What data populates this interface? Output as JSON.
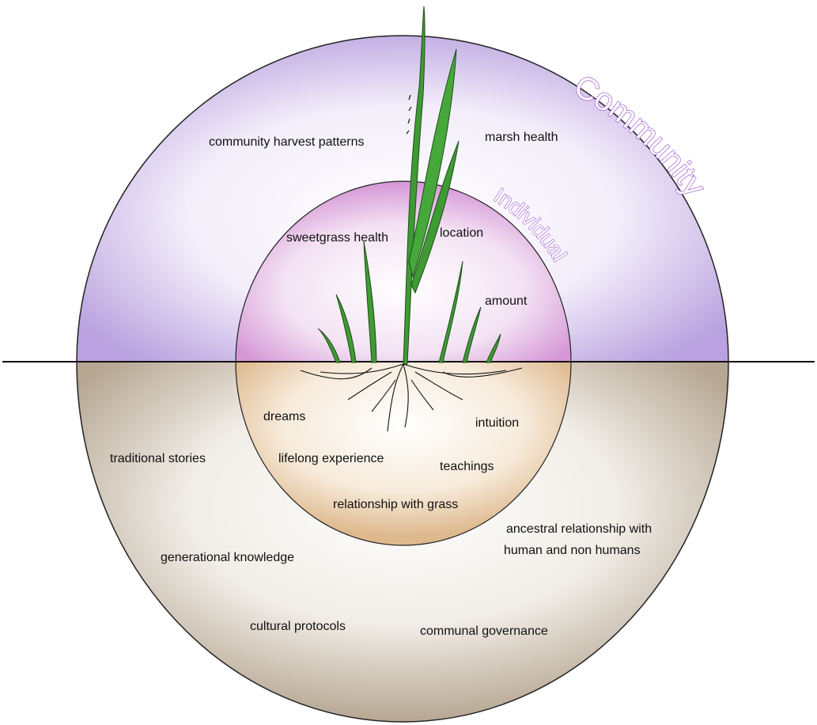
{
  "title_outer": "Community",
  "title_inner": "Individual",
  "colors": {
    "community_upper": "#c6b3e6",
    "individual_upper": "#dba6dc",
    "community_lower": "#c8bcaa",
    "individual_lower": "#e6cfb1",
    "arc_text_stroke": "#9b4fd0",
    "grass": "#3f9a34"
  },
  "above_ground": {
    "community": [
      "community harvest patterns",
      "marsh health"
    ],
    "individual": [
      "sweetgrass health",
      "location",
      "amount"
    ]
  },
  "below_ground": {
    "individual": [
      "dreams",
      "intuition",
      "lifelong experience",
      "teachings",
      "relationship with grass"
    ],
    "community": [
      "traditional stories",
      "ancestral relationship with",
      "human and non humans",
      "generational knowledge",
      "cultural protocols",
      "communal governance"
    ]
  }
}
